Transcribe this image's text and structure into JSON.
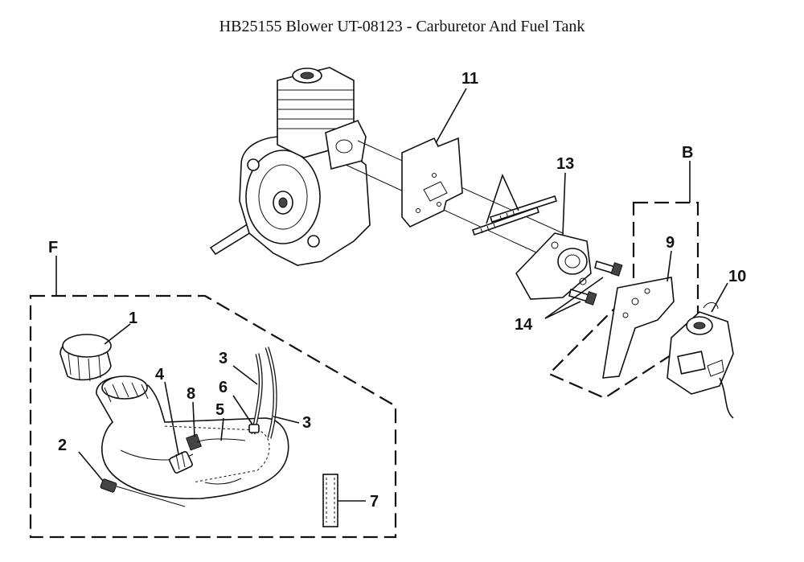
{
  "title": "HB25155 Blower UT-08123 - Carburetor And Fuel Tank",
  "group_labels": {
    "fuel_tank_group": "F",
    "carburetor_group": "B"
  },
  "callouts": {
    "c1": "1",
    "c2": "2",
    "c3a": "3",
    "c3b": "3",
    "c4": "4",
    "c5": "5",
    "c6": "6",
    "c7": "7",
    "c8": "8",
    "c9": "9",
    "c10": "10",
    "c11": "11",
    "c13": "13",
    "c14": "14"
  }
}
